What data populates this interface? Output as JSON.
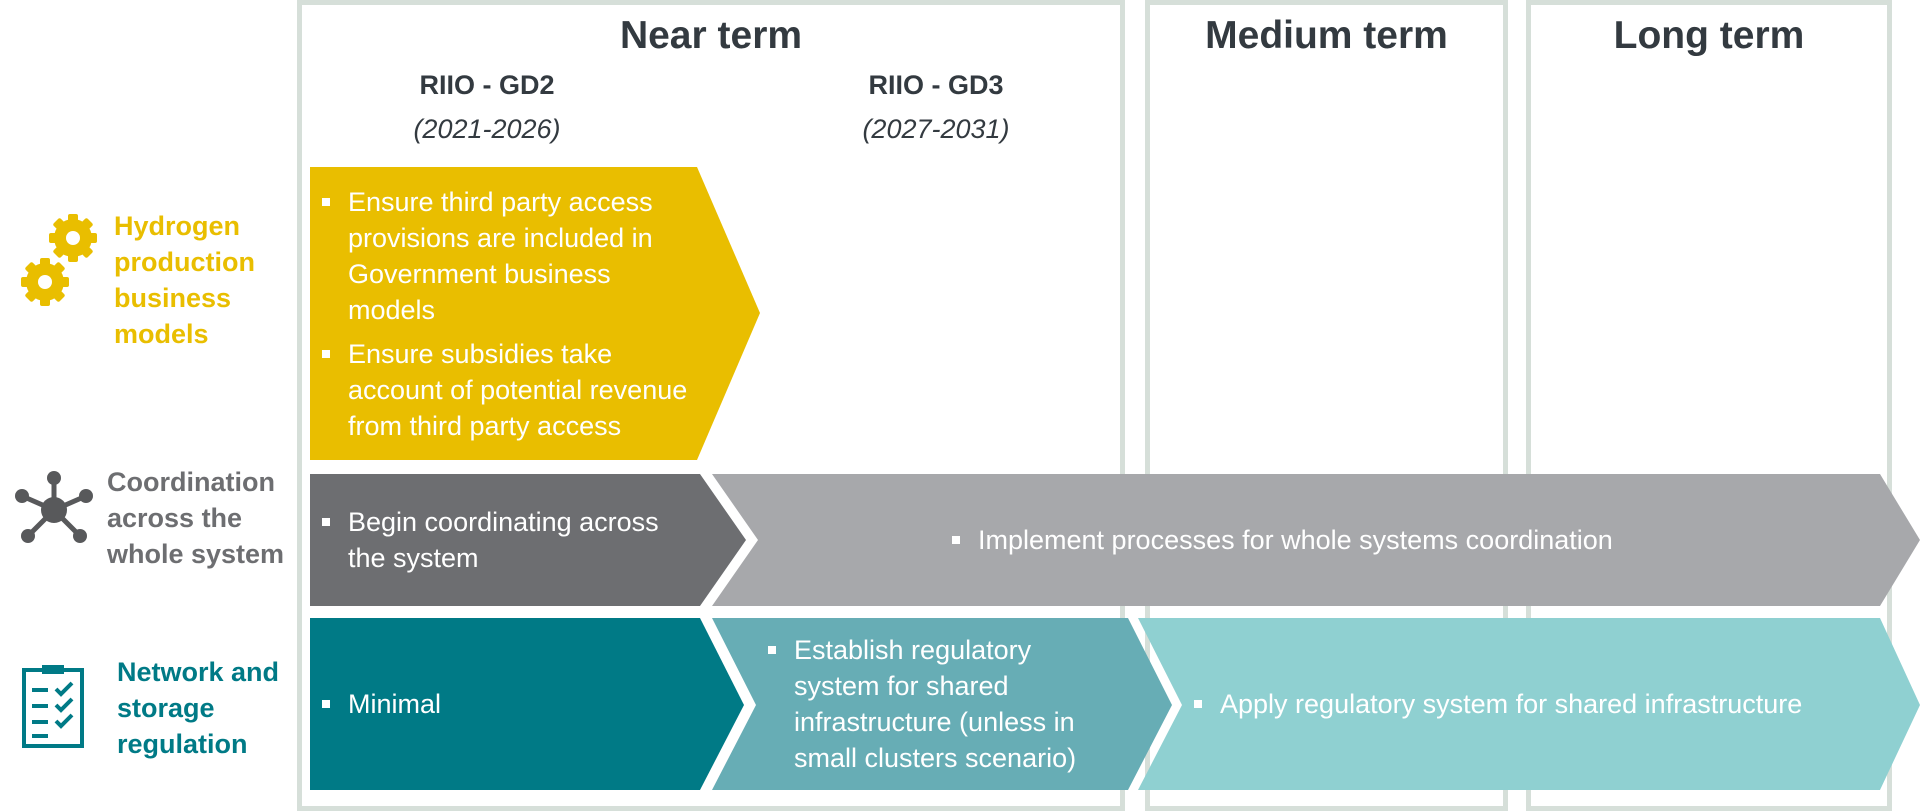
{
  "columns": {
    "near": {
      "title": "Near term"
    },
    "medium": {
      "title": "Medium term"
    },
    "long": {
      "title": "Long term"
    }
  },
  "periods": [
    {
      "name": "RIIO - GD2",
      "years": "(2021-2026)"
    },
    {
      "name": "RIIO - GD3",
      "years": "(2027-2031)"
    }
  ],
  "rows": [
    {
      "id": "hydrogen",
      "label": "Hydrogen production business models",
      "icon": "gears-icon",
      "color": "#e9be00",
      "cells": [
        {
          "bullets": [
            "Ensure third party access provisions are included in Government business models",
            "Ensure subsidies take account of potential revenue from third party access"
          ]
        }
      ]
    },
    {
      "id": "coordination",
      "label": "Coordination across the whole system",
      "icon": "network-hub-icon",
      "color": "#6d6e71",
      "cells": [
        {
          "bullets": [
            "Begin coordinating across the system"
          ]
        },
        {
          "bullets": [
            "Implement processes for whole systems coordination"
          ]
        }
      ]
    },
    {
      "id": "network",
      "label": "Network and storage regulation",
      "icon": "checklist-icon",
      "color": "#007a86",
      "cells": [
        {
          "bullets": [
            "Minimal"
          ]
        },
        {
          "bullets": [
            "Establish regulatory system for shared infrastructure (unless in small clusters scenario)"
          ]
        },
        {
          "bullets": [
            "Apply regulatory system for shared infrastructure"
          ]
        }
      ]
    }
  ],
  "colors": {
    "border": "#d6dfd9",
    "heading": "#333a40",
    "hydrogen": "#e9be00",
    "coordination_dark": "#6d6e71",
    "coordination_light": "#a7a8ab",
    "network_dark": "#007a86",
    "network_mid": "#67adb5",
    "network_light": "#8fd0d1"
  }
}
